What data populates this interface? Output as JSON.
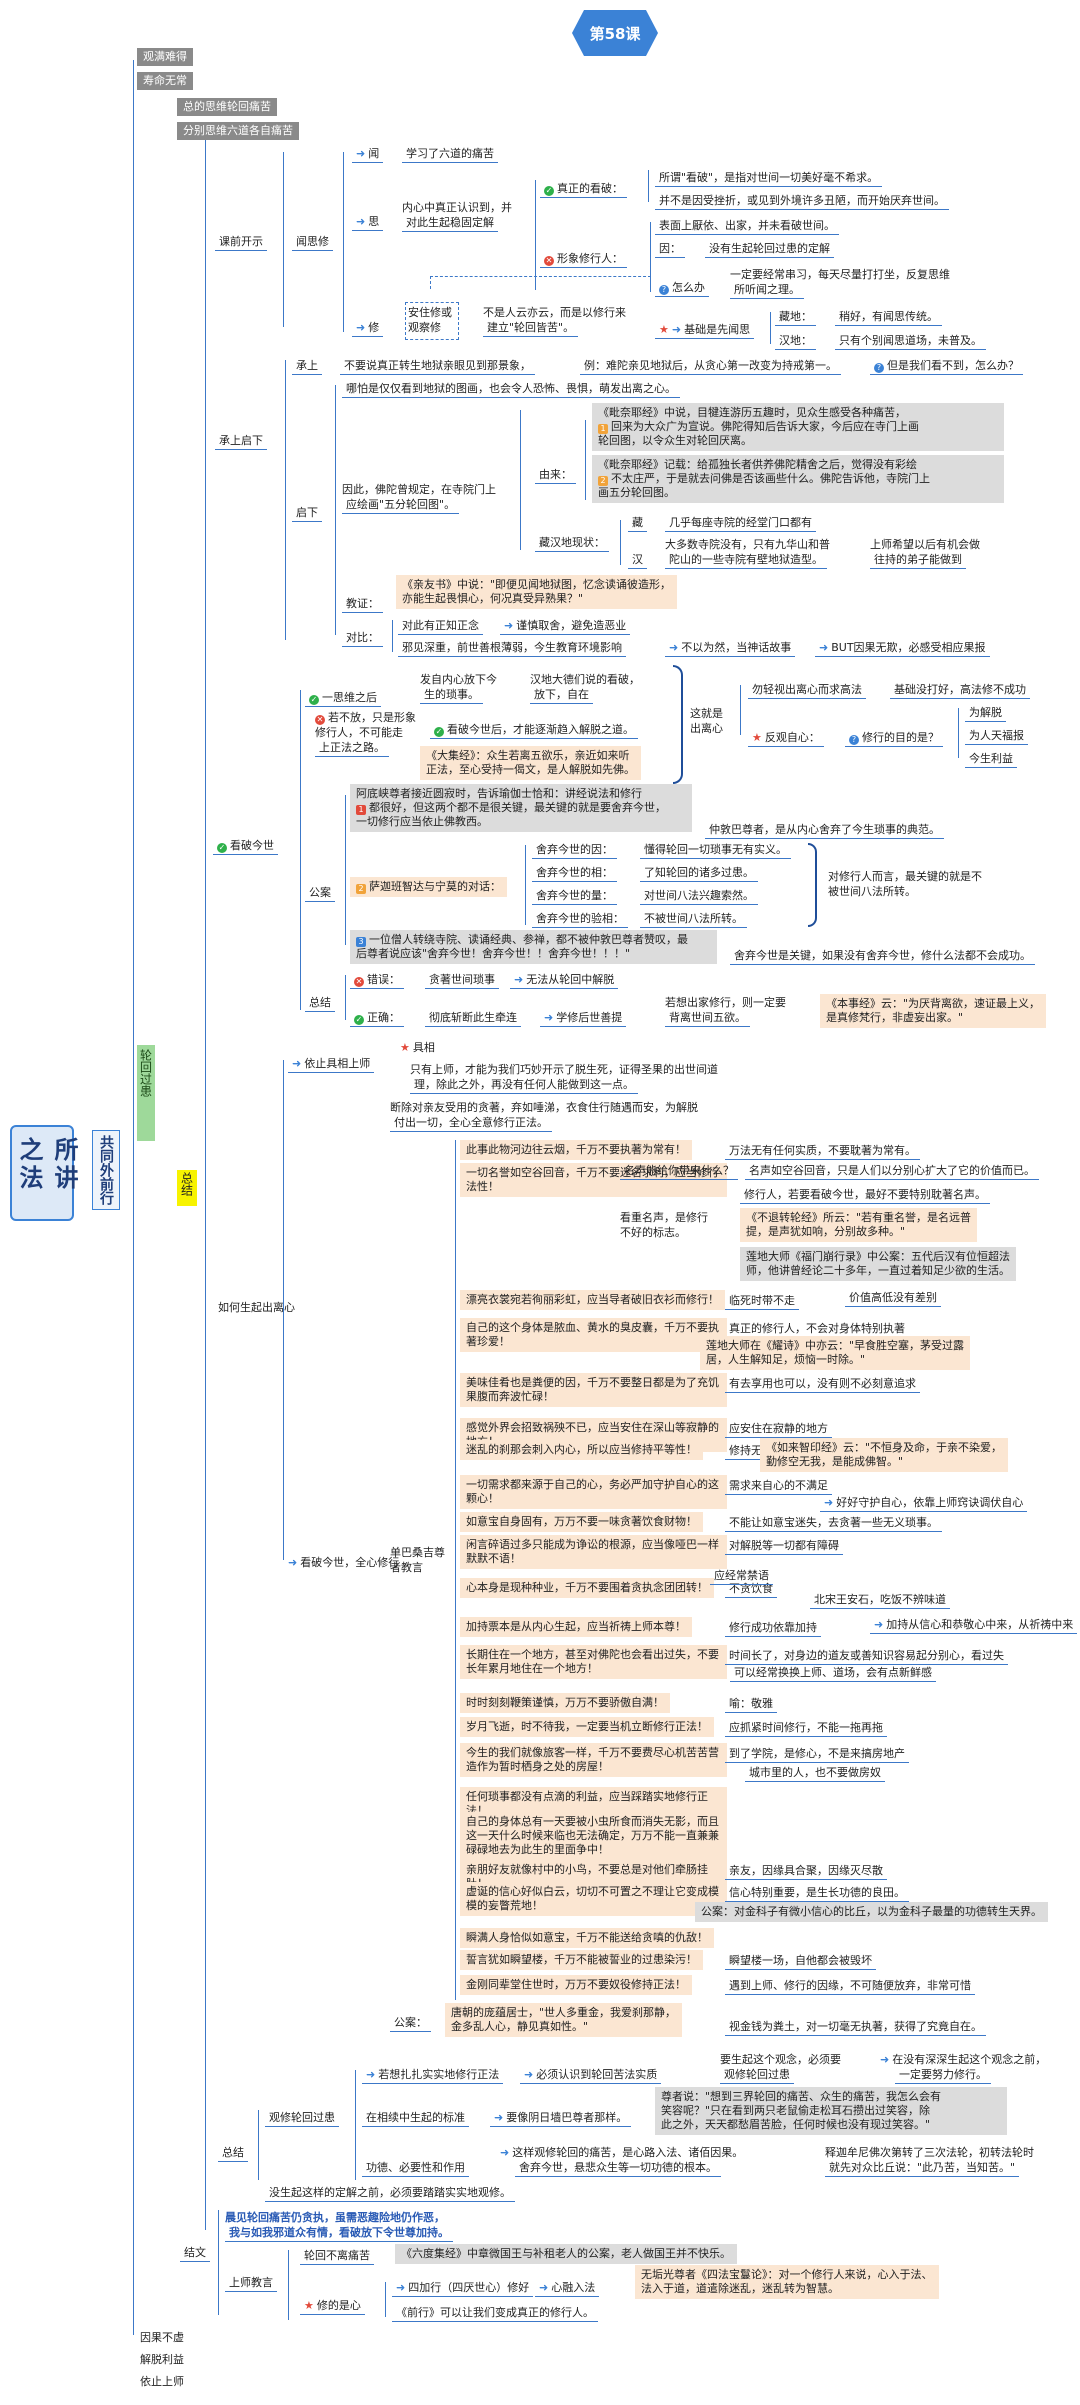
{
  "lesson": "第58课",
  "root": "所讲之法",
  "l1": "共同外前行",
  "l2": "轮回过患",
  "l3": "总结",
  "topics": [
    "观满难得",
    "寿命无常"
  ],
  "topics_bottom": [
    "因果不虚",
    "解脱利益",
    "依止上师"
  ],
  "sub_badges": [
    "总的思维轮回痛苦",
    "分别思维六道各自痛苦"
  ],
  "sec1": {
    "title": "课前开示",
    "wenxi": "闻思修",
    "wen": "闻",
    "wen_text": "学习了六道的痛苦",
    "si": "思",
    "si_text": [
      "内心中真正认识到，并",
      "对此生起稳固定解"
    ],
    "xiu": "修",
    "xiu_text": [
      "安住修或",
      "观察修"
    ],
    "xiu_note": [
      "不是人云亦云，而是以修行来",
      "建立\"轮回皆苦\"。"
    ],
    "zhenzheng": "真正的看破：",
    "zz1": "所谓\"看破\"，是指对世间一切美好毫不希求。",
    "zz2": "并不是因受挫折，或见到外境许多丑陋，而开始厌弃世间。",
    "xingxiang": "形象修行人：",
    "xx_biao": "表面上厭依、出家，并未看破世间。",
    "xx_yin": "因：",
    "xx_yin_text": "没有生起轮回过患的定解",
    "xx_how": "怎么办",
    "xx_how_text": [
      "一定要经常串习，每天尽量打打坐，反复思维",
      "所听闻之理。"
    ],
    "jichu": "基础是先闻思",
    "zang": "藏地：",
    "zang_text": "稍好，有闻思传统。",
    "han": "汉地：",
    "han_text": "只有个别闻思道场，未普及。"
  },
  "sec2": {
    "title": "承上启下",
    "chengshang": "承上",
    "cs1": "不要说真正转生地狱亲眼见到那景象，",
    "cs2": "例：难陀亲见地狱后，从贪心第一改变为持戒第一。",
    "cs3": "但是我们看不到，怎么办？",
    "qixia": "启下",
    "qx1": "哪怕是仅仅看到地狱的图画，也会令人恐怖、畏惧，萌发出离之心。",
    "yinci": [
      "因此，佛陀曾规定，在寺院门上",
      "应绘画\"五分轮回图\"。"
    ],
    "youlai": "由来：",
    "yl1": [
      "《毗奈耶经》中说，目犍连游历五趣时，见众生感受各种痛苦，",
      "回来为大众广为宣说。佛陀得知后告诉大家，今后应在寺门上画",
      "轮回图，以令众生对轮回厌离。"
    ],
    "yl2": [
      "《毗奈耶经》记载：给孤独长者供养佛陀精舍之后，觉得没有彩绘",
      "不太庄严，于是就去问佛是否该画些什么。佛陀告诉他，寺院门上",
      "画五分轮回图。"
    ],
    "xianzhuang": "藏汉地现状：",
    "xz_zang": "藏",
    "xz_zang_text": "几乎每座寺院的经堂门口都有",
    "xz_han": "汉",
    "xz_han_text": [
      "大多数寺院没有，只有九华山和普",
      "陀山的一些寺院有壁地狱造型。"
    ],
    "xz_han_note": [
      "上师希望以后有机会做",
      "往持的弟子能做到"
    ],
    "jiaozheng": "教证：",
    "jz": [
      "《亲友书》中说：\"即便见闻地狱图，忆念读诵彼造形，",
      "亦能生起畏惧心，何况真受异熟果？\""
    ],
    "duibi": "对比：",
    "db1": "对此有正知正念",
    "db1r": "谨慎取舍，避免造恶业",
    "db2": "邪见深重，前世善根薄弱，今生教育环境影响",
    "db2a": "不以为然，当神话故事",
    "db2b": "BUT因果无欺，必感受相应果报"
  },
  "sec3": {
    "title": "看破今世",
    "yi": "一思维之后",
    "yi_text": [
      "发自内心放下今",
      "生的琐事。"
    ],
    "yi_note": [
      "汉地大德们说的看破，",
      "放下，自在"
    ],
    "ruobu": [
      "若不放，只是形象",
      "修行人，不可能走",
      "上正法之路。"
    ],
    "kanpo": "看破今世后，才能逐渐趋入解脱之道。",
    "dabaojing": [
      "《大集经》：众生若离五欲乐，亲近如来听",
      "正法，至心受持一偈文，是人解脱如先佛。"
    ],
    "zhejiu": [
      "这就是",
      "出离心"
    ],
    "wu_qing": "勿轻视出离心而求高法",
    "wu_qing_r": "基础没打好，高法修不成功",
    "fanguan": "反观自心：",
    "mudi": "修行的目的是？",
    "mudi_opts": [
      "为解脱",
      "为人天福报",
      "今生利益"
    ],
    "gongan": "公案",
    "ga1": [
      "阿底峡尊者接近圆寂时，告诉瑜伽士恰和：讲经说法和修行",
      "都很好，但这两个都不是很关键，最关键的就是要舍弃今世，",
      "一切修行应当依止佛教西。"
    ],
    "ga1r": "仲敦巴尊者，是从内心舍弃了今生琐事的典范。",
    "sajia": "萨迦班智达与宁莫的对话：",
    "sq": [
      [
        "舍弃今世的因：",
        "懂得轮回一切琐事无有实义。"
      ],
      [
        "舍弃今世的相：",
        "了知轮回的诸多过患。"
      ],
      [
        "舍弃今世的量：",
        "对世间八法兴趣索然。"
      ],
      [
        "舍弃今世的验相：",
        "不被世间八法所转。"
      ]
    ],
    "sq_note": [
      "对修行人而言，最关键的就是不",
      "被世间八法所转。"
    ],
    "ga3": [
      "一位僧人转绕寺院、读诵经典、参禅，都不被仲敦巴尊者赞叹，最",
      "后尊者说应该\"舍弃今世！舍弃今世！！舍弃今世！！！\""
    ],
    "ga3r": "舍弃今世是关键，如果没有舍弃今世，修什么法都不会成功。",
    "zongjie": "总结",
    "cuowu": "错误：",
    "cw_text": "贪著世间琐事",
    "cw_r": "无法从轮回中解脱",
    "zhengque": "正确：",
    "zq_text": "彻底斩断此生牵连",
    "zq_r": "学修后世善提",
    "zq_n": [
      "若想出家修行，则一定要",
      "背离世间五欲。"
    ],
    "benshi": [
      "《本事经》云：\"为厌背离欲，速证最上义，",
      "是真修梵行，非虚妄出家。\""
    ]
  },
  "sec4": {
    "title": "如何生起出离心",
    "yizhi": "依止具相上师",
    "juxiang": "具相",
    "jx_text": [
      "只有上师，才能为我们巧妙开示了脱生死，证得圣果的出世间道",
      "理，除此之外，再没有任何人能做到这一点。"
    ],
    "kanpo": "看破今世，全心修行",
    "danben": "单巴桑吉尊者教言",
    "db_intro": [
      "断除对亲友受用的贪著，弃如唾涕，衣食住行随遇而安，为解脱",
      "付出一切，全心全意修行正法。"
    ],
    "items": [
      {
        "q": "此事此物河边往云烟，千万不要执著为常有！",
        "a": "万法无有任何实质，不要耽著为常有。"
      },
      {
        "q": "一切名誉如空谷回音，千万不要迷名求利，应当修行法性！",
        "a": ""
      },
      {
        "q": "漂亮衣裳宛若徇丽彩虹，应当导者破旧衣衫而修行！",
        "a": "临死时带不走"
      },
      {
        "q": "自己的这个身体是脓血、黄水的臭皮囊，千万不要执著珍爱！",
        "a": "真正的修行人，不会对身体特别执著"
      },
      {
        "q": "美味佳肴也是粪便的因，千万不要整日都是为了充饥果腹而奔波忙碌！",
        "a": "有去享用也可以，没有则不必刻意追求"
      },
      {
        "q": "感觉外界会招致祸殃不已，应当安住在深山等寂静的地方！",
        "a": "应安住在寂静的地方"
      },
      {
        "q": "迷乱的刹那会刺入内心，所以应当修持平等性！",
        "a": "修持无实空性"
      },
      {
        "q": "一切需求都来源于自己的心，务必严加守护自心的这颗心！",
        "a": "需求来自心的不满足"
      },
      {
        "q": "如意宝自身固有，万万不要一味贪著饮食财物！",
        "a": "不能让如意宝迷失，去贪著一些无义琐事。"
      },
      {
        "q": "闲言碎语过多只能成为诤讼的根源，应当像哑巴一样默默不语！",
        "a": "对解脱等一切都有障碍"
      },
      {
        "q": "心本身是现种种业，千万不要围着贪执念团团转！",
        "a": "不贪饮食"
      },
      {
        "q": "加持票本是从内心生起，应当祈祷上师本尊！",
        "a": "修行成功依靠加持"
      },
      {
        "q": "长期住在一个地方，甚至对佛陀也会看出过失，不要长年累月地住在一个地方！",
        "a": "时间长了，对身边的道友或善知识容易起分别心，看过失"
      },
      {
        "q": "时时刻刻鞭策谨慎，万万不要骄傲自满！",
        "a": "喻：敬雅"
      },
      {
        "q": "岁月飞逝，时不待我，一定要当机立断修行正法！",
        "a": "应抓紧时间修行，不能一拖再拖"
      },
      {
        "q": "今生的我们就像旅客一样，千万不要费尽心机苦苦营造作为暂时栖身之处的房屋！",
        "a": "到了学院，是修心，不是来搞房地产"
      },
      {
        "q": "任何琐事都没有点滴的利益，应当踩踏实地修行正法！",
        "a": ""
      },
      {
        "q": "自己的身体总有一天要被小虫所食而消失无影，而且这一天什么时候来临也无法确定，万万不能一直兼兼碌碌地去为此生的里面争中！",
        "a": ""
      },
      {
        "q": "亲朋好友就像村中的小鸟，不要总是对他们牵肠挂肚！",
        "a": "亲友，因缘具合聚，因缘灭尽散"
      },
      {
        "q": "虚诞的信心好似白云，切切不可置之不理让它变成模模的妄瞥荒地！",
        "a": "信心特别重要，是生长功德的良田。"
      },
      {
        "q": "瞬满人身恰似如意宝，千万不能送给贪嗔的仇敌！",
        "a": ""
      },
      {
        "q": "誓言犹如瞬望楼，千万不能被誓业的过患染污！",
        "a": "瞬望楼一场，自他都会被毁坏"
      },
      {
        "q": "金刚同辈堂住世时，万万不要奴役修持正法！",
        "a": "遇到上师、修行的因缘，不可随便放弃，非常可惜"
      }
    ],
    "extra": {
      "mingyu_a": "名声如空谷回音，只是人们以分别心扩大了它的价值而已。",
      "kanzhong": "看重名声，是修行不好的标志。",
      "mingyu_q": "名声能给你带来什么？",
      "nx": "修行人，若要看破今世，最好不要特别耽著名声。",
      "sifa": [
        "《不退转轮经》所云：\"若有重名誉，是名远普",
        "提，是声犹如响，分别故多种。\""
      ],
      "lianhua": [
        "莲地大师《福门崩行录》中公案：五代后汉有位恒超法",
        "师，他讲曾经论二十多年，一直过着知足少欲的生活。"
      ],
      "jiazhi": "价值高低没有差别",
      "lianhua2": [
        "莲地大师在《耀诗》中亦云：\"早食胜空塞，茅受过露",
        "居，人生解知足，烦恼一时除。\""
      ],
      "rulai": [
        "《如来智印经》云：\"不恒身及命，于亲不染爱，",
        "勤修空无我，是能成佛智。\""
      ],
      "shouhu": "好好守护自心，依靠上师窍诀调伏自心",
      "fasu": "应经常禁语",
      "beiyuan": "北宋王安石，吃饭不辨味道",
      "jiachi": "加持从信心和恭敬心中来，从祈祷中来",
      "jianxing": "可以经常换换上师、道场，会有点新鲜感",
      "chengli": "城市里的人，也不要做房奴",
      "xinxin": "公案：对金科子有微小信心的比丘，以为金科子最量的功德转生天界。"
    },
    "gongan": "公案：",
    "ga_text": [
      "唐朝的庞蕴居士，\"世人多重金，我爱刹那静，",
      "金多乱人心，静见真如性。\""
    ],
    "ga_r": "视金钱为粪土，对一切毫无执著，获得了究竟自在。"
  },
  "sec5": {
    "title": "总结",
    "guancha": "观修轮回过患",
    "q1": "若想扎扎实实地修行正法",
    "q1r": "必须认识到轮回苦法实质",
    "q1n": [
      "要生起这个观念，必须要",
      "观修轮回过患"
    ],
    "q1nn": [
      "在没有深深生起这个观念之前，",
      "一定要努力修行。"
    ],
    "biaozhun": "在相续中生起的标准",
    "bz_r": "要像阴日墙巴尊者那样。",
    "zunzhe": [
      "尊者说：\"想到三界轮回的痛苦、众生的痛苦，我怎么会有",
      "笑容呢？\"只在看到两只老鼠偷走松耳石攒出过笑容，除",
      "此之外，天天都愁眉苦脸，任何时候也没有现过笑容。\""
    ],
    "gongneng": "功德、必要性和作用",
    "gn_r": [
      "这样观修轮回的痛苦，是心路入法、诸佰因果。",
      "舍弃今世，悬悲众生等一切功德的根本。"
    ],
    "gn_n": [
      "释迦牟尼佛次第转了三次法轮，初转法轮时",
      "就先对众比丘说：\"此乃苦，当知苦。\""
    ],
    "bottom": "没生起这样的定解之前，必须要踏踏实实地观修。"
  },
  "sec6": {
    "title": "结文",
    "blue": [
      "晨见轮回痛苦仍贪执，虽需恶趣险地仍作恶，",
      "我与如我邪道众有情，看破放下令世尊加持。"
    ],
    "jiaoyan": "上师教言",
    "j1": "轮回不离痛苦",
    "j1r": "《六度集经》中章微国王与补租老人的公案，老人做国王并不快乐。",
    "xiudexin": "修的是心",
    "x1": "四加行（四厌世心）修好",
    "x1r": "心融入法",
    "sifa": [
      "无垢光尊者《四法宝鬘论》：对一个修行人来说，心入于法、",
      "法入于道，道遣除迷乱，迷乱转为智慧。"
    ],
    "qianxing": "《前行》可以让我们变成真正的修行人。"
  },
  "colors": {
    "line": "#3c78c8",
    "pink": "#fbe6d2",
    "gray": "#dcdcdc",
    "root_bg": "#dde9f7",
    "hex": "#3b82d6",
    "yellow": "#f7f300",
    "green_bg": "#9ed99a"
  }
}
